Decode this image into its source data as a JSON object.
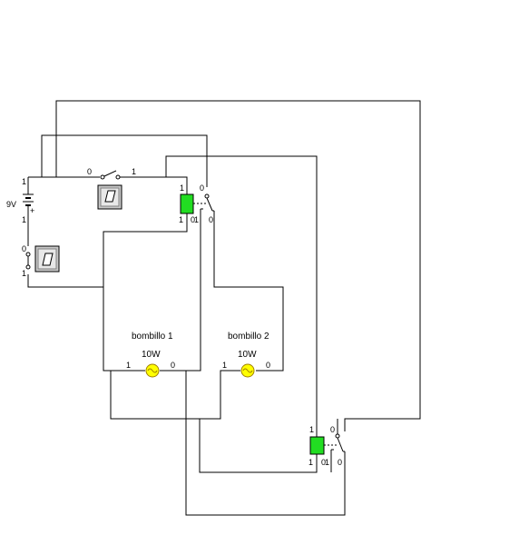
{
  "battery": {
    "label": "9V",
    "plus": "+",
    "pin_top": "1",
    "pin_bottom": "1"
  },
  "switch_top": {
    "pin_left": "0",
    "pin_right": "1"
  },
  "switch_left": {
    "pin_top": "0",
    "pin_bottom": "1"
  },
  "relay_1": {
    "coil_top": "1",
    "coil_bottom_left": "1",
    "coil_bottom_right": "0",
    "contact_top": "0",
    "contact_left": "1",
    "contact_right": "0"
  },
  "relay_2": {
    "coil_top": "1",
    "coil_bottom_left": "1",
    "coil_bottom_right": "0",
    "contact_top": "0",
    "contact_left": "1",
    "contact_right": "0"
  },
  "bulb_1": {
    "name": "bombillo 1",
    "power": "10W",
    "pin_left": "1",
    "pin_right": "0"
  },
  "bulb_2": {
    "name": "bombillo 2",
    "power": "10W",
    "pin_left": "1",
    "pin_right": "0"
  },
  "colors": {
    "relay_coil": "#22dd22",
    "bulb_fill": "#ffff00",
    "bulb_ring": "#a08000",
    "switch_box": "#c8c8c8"
  }
}
